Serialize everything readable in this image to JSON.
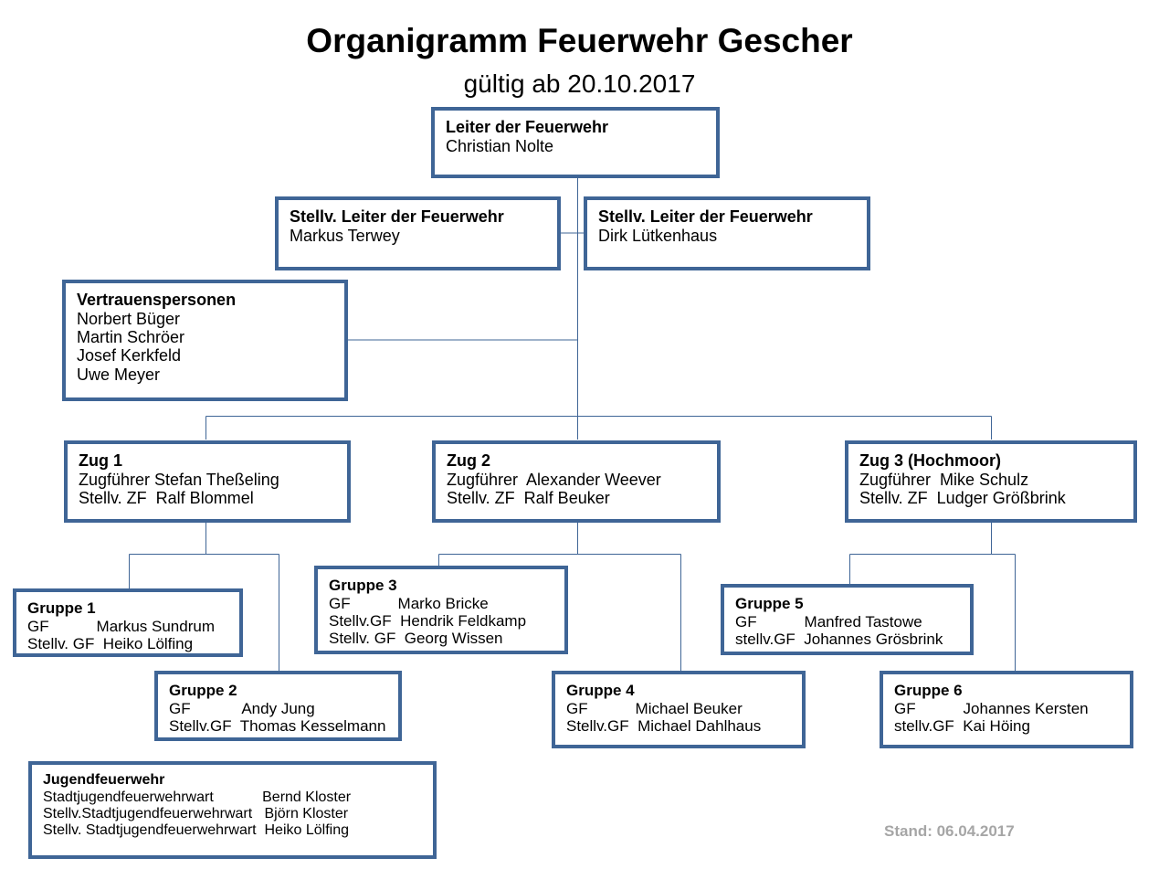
{
  "header": {
    "title": "Organigramm Feuerwehr Gescher",
    "subtitle": "gültig ab 20.10.2017"
  },
  "footer": {
    "stand": "Stand: 06.04.2017"
  },
  "colors": {
    "box_border": "#3f6596",
    "connector": "#3f6596",
    "background": "#ffffff",
    "text": "#000000",
    "footer_text": "#a6a6a6"
  },
  "nodes": {
    "leader": {
      "heading": "Leiter der Feuerwehr",
      "lines": [
        "Christian Nolte"
      ]
    },
    "deputy_left": {
      "heading": "Stellv. Leiter der Feuerwehr",
      "lines": [
        "Markus Terwey"
      ]
    },
    "deputy_right": {
      "heading": "Stellv. Leiter der Feuerwehr",
      "lines": [
        "Dirk Lütkenhaus"
      ]
    },
    "vertrauenspersonen": {
      "heading": "Vertrauenspersonen",
      "lines": [
        "Norbert Büger",
        "Martin Schröer",
        "Josef Kerkfeld",
        "Uwe Meyer"
      ]
    },
    "zug1": {
      "heading": "Zug 1",
      "lines": [
        "Zugführer Stefan Theßeling",
        "Stellv. ZF  Ralf Blommel"
      ]
    },
    "zug2": {
      "heading": "Zug 2",
      "lines": [
        "Zugführer  Alexander Weever",
        "Stellv. ZF  Ralf Beuker"
      ]
    },
    "zug3": {
      "heading": "Zug 3 (Hochmoor)",
      "lines": [
        "Zugführer  Mike Schulz",
        "Stellv. ZF  Ludger Größbrink"
      ]
    },
    "gruppe1": {
      "heading": "Gruppe 1",
      "lines": [
        "GF           Markus Sundrum",
        "Stellv. GF  Heiko Lölfing"
      ]
    },
    "gruppe2": {
      "heading": "Gruppe 2",
      "lines": [
        "GF            Andy Jung",
        "Stellv.GF  Thomas Kesselmann"
      ]
    },
    "gruppe3": {
      "heading": "Gruppe 3",
      "lines": [
        "GF           Marko Bricke",
        "Stellv.GF  Hendrik Feldkamp",
        "Stellv. GF  Georg Wissen"
      ]
    },
    "gruppe4": {
      "heading": "Gruppe 4",
      "lines": [
        "GF           Michael Beuker",
        "Stellv.GF  Michael Dahlhaus"
      ]
    },
    "gruppe5": {
      "heading": "Gruppe 5",
      "lines": [
        "GF           Manfred Tastowe",
        "stellv.GF  Johannes Grösbrink"
      ]
    },
    "gruppe6": {
      "heading": "Gruppe 6",
      "lines": [
        "GF           Johannes Kersten",
        "stellv.GF  Kai Höing"
      ]
    },
    "jugendfeuerwehr": {
      "heading": "Jugendfeuerwehr",
      "lines": [
        "Stadtjugendfeuerwehrwart            Bernd Kloster",
        "Stellv.Stadtjugendfeuerwehrwart   Björn Kloster",
        "Stellv. Stadtjugendfeuerwehrwart  Heiko Lölfing"
      ]
    }
  }
}
